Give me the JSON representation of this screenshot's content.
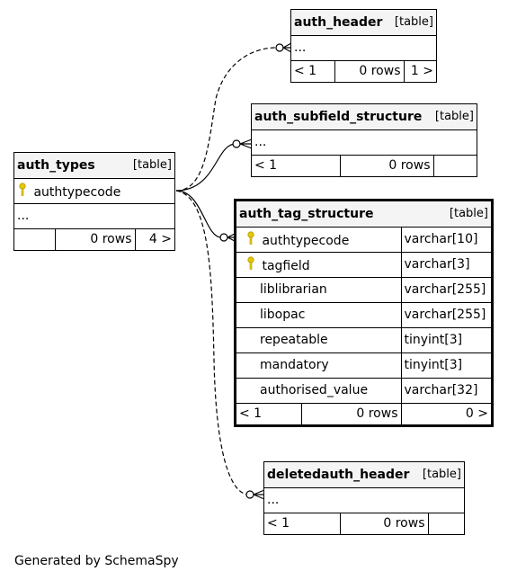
{
  "tables": {
    "auth_header": {
      "name": "auth_header",
      "kind": "[table]",
      "ellipsis": "...",
      "prev": "< 1",
      "rows": "0 rows",
      "next": "1 >"
    },
    "auth_subfield_structure": {
      "name": "auth_subfield_structure",
      "kind": "[table]",
      "ellipsis": "...",
      "prev": "< 1",
      "rows": "0 rows"
    },
    "auth_types": {
      "name": "auth_types",
      "kind": "[table]",
      "column": "authtypecode",
      "ellipsis": "...",
      "rows": "0 rows",
      "next": "4 >"
    },
    "auth_tag_structure": {
      "name": "auth_tag_structure",
      "kind": "[table]",
      "columns": [
        {
          "name": "authtypecode",
          "type": "varchar[10]",
          "key": true
        },
        {
          "name": "tagfield",
          "type": "varchar[3]",
          "key": true
        },
        {
          "name": "liblibrarian",
          "type": "varchar[255]",
          "key": false
        },
        {
          "name": "libopac",
          "type": "varchar[255]",
          "key": false
        },
        {
          "name": "repeatable",
          "type": "tinyint[3]",
          "key": false
        },
        {
          "name": "mandatory",
          "type": "tinyint[3]",
          "key": false
        },
        {
          "name": "authorised_value",
          "type": "varchar[32]",
          "key": false
        }
      ],
      "prev": "< 1",
      "rows": "0 rows",
      "next": "0 >"
    },
    "deletedauth_header": {
      "name": "deletedauth_header",
      "kind": "[table]",
      "ellipsis": "...",
      "prev": "< 1",
      "rows": "0 rows"
    }
  },
  "footer": "Generated by SchemaSpy",
  "colors": {
    "key_icon": "#e6c800",
    "header_bg": "#f4f4f4"
  }
}
